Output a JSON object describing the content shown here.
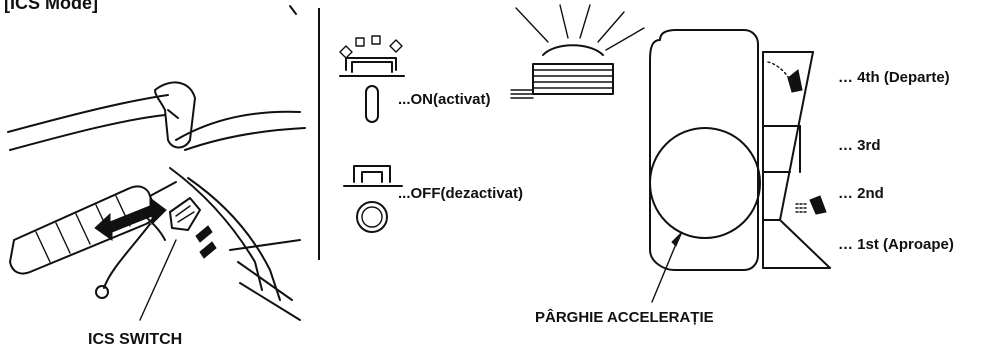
{
  "header": {
    "title": "[ICS Mode]"
  },
  "labels": {
    "ics_switch": "ICS SWITCH",
    "on_state": "...ON(activat)",
    "off_state": "...OFF(dezactivat)",
    "throttle_lever": "PÂRGHIE ACCELERAȚIE"
  },
  "gears": [
    {
      "label": "… 4th (Departe)"
    },
    {
      "label": "… 3rd"
    },
    {
      "label": "… 2nd"
    },
    {
      "label": "… 1st (Aproape)"
    }
  ]
}
